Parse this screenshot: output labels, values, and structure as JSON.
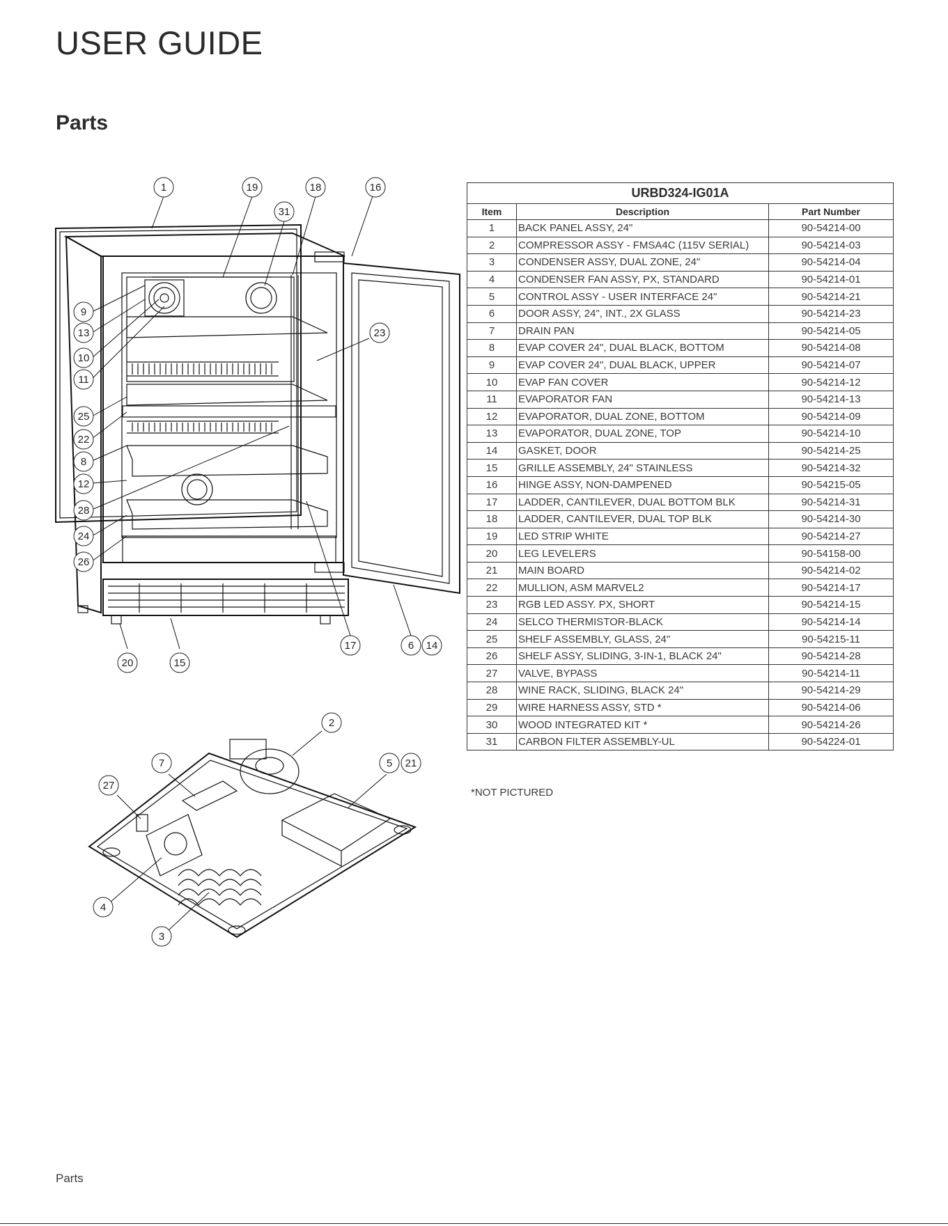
{
  "page": {
    "title": "USER GUIDE",
    "section": "Parts",
    "footer": "Parts"
  },
  "table": {
    "model": "URBD324-IG01A",
    "headers": {
      "item": "Item",
      "description": "Description",
      "part_number": "Part Number"
    },
    "rows": [
      {
        "item": "1",
        "description": "BACK PANEL ASSY, 24\"",
        "part_number": "90-54214-00"
      },
      {
        "item": "2",
        "description": "COMPRESSOR ASSY - FMSA4C (115V SERIAL)",
        "part_number": "90-54214-03"
      },
      {
        "item": "3",
        "description": "CONDENSER ASSY, DUAL ZONE, 24\"",
        "part_number": "90-54214-04"
      },
      {
        "item": "4",
        "description": "CONDENSER FAN ASSY, PX, STANDARD",
        "part_number": "90-54214-01"
      },
      {
        "item": "5",
        "description": "CONTROL ASSY - USER INTERFACE 24\"",
        "part_number": "90-54214-21"
      },
      {
        "item": "6",
        "description": "DOOR ASSY, 24\", INT., 2X GLASS",
        "part_number": "90-54214-23"
      },
      {
        "item": "7",
        "description": "DRAIN PAN",
        "part_number": "90-54214-05"
      },
      {
        "item": "8",
        "description": "EVAP COVER 24\", DUAL BLACK, BOTTOM",
        "part_number": "90-54214-08"
      },
      {
        "item": "9",
        "description": "EVAP COVER 24\", DUAL BLACK, UPPER",
        "part_number": "90-54214-07"
      },
      {
        "item": "10",
        "description": "EVAP FAN COVER",
        "part_number": "90-54214-12"
      },
      {
        "item": "11",
        "description": "EVAPORATOR FAN",
        "part_number": "90-54214-13"
      },
      {
        "item": "12",
        "description": "EVAPORATOR, DUAL ZONE, BOTTOM",
        "part_number": "90-54214-09"
      },
      {
        "item": "13",
        "description": "EVAPORATOR, DUAL ZONE, TOP",
        "part_number": "90-54214-10"
      },
      {
        "item": "14",
        "description": "GASKET, DOOR",
        "part_number": "90-54214-25"
      },
      {
        "item": "15",
        "description": "GRILLE ASSEMBLY, 24\" STAINLESS",
        "part_number": "90-54214-32"
      },
      {
        "item": "16",
        "description": "HINGE ASSY, NON-DAMPENED",
        "part_number": "90-54215-05"
      },
      {
        "item": "17",
        "description": "LADDER, CANTILEVER, DUAL BOTTOM BLK",
        "part_number": "90-54214-31"
      },
      {
        "item": "18",
        "description": "LADDER, CANTILEVER, DUAL TOP BLK",
        "part_number": "90-54214-30"
      },
      {
        "item": "19",
        "description": "LED STRIP WHITE",
        "part_number": "90-54214-27"
      },
      {
        "item": "20",
        "description": "LEG LEVELERS",
        "part_number": "90-54158-00"
      },
      {
        "item": "21",
        "description": "MAIN BOARD",
        "part_number": "90-54214-02"
      },
      {
        "item": "22",
        "description": "MULLION, ASM MARVEL2",
        "part_number": "90-54214-17"
      },
      {
        "item": "23",
        "description": "RGB LED ASSY. PX, SHORT",
        "part_number": "90-54214-15"
      },
      {
        "item": "24",
        "description": "SELCO THERMISTOR-BLACK",
        "part_number": "90-54214-14"
      },
      {
        "item": "25",
        "description": "SHELF ASSEMBLY, GLASS, 24\"",
        "part_number": "90-54215-11"
      },
      {
        "item": "26",
        "description": "SHELF ASSY, SLIDING, 3-IN-1, BLACK 24\"",
        "part_number": "90-54214-28"
      },
      {
        "item": "27",
        "description": "VALVE, BYPASS",
        "part_number": "90-54214-11"
      },
      {
        "item": "28",
        "description": "WINE RACK, SLIDING, BLACK 24\"",
        "part_number": "90-54214-29"
      },
      {
        "item": "29",
        "description": "WIRE HARNESS ASSY, STD *",
        "part_number": "90-54214-06"
      },
      {
        "item": "30",
        "description": "WOOD INTEGRATED KIT *",
        "part_number": "90-54214-26"
      },
      {
        "item": "31",
        "description": "CARBON FILTER ASSEMBLY-UL",
        "part_number": "90-54224-01"
      }
    ],
    "note": "*NOT PICTURED"
  },
  "diagram": {
    "unit_callouts": [
      "1",
      "19",
      "18",
      "16",
      "31",
      "9",
      "13",
      "10",
      "11",
      "23",
      "25",
      "22",
      "8",
      "12",
      "28",
      "24",
      "26",
      "17",
      "6",
      "14",
      "20",
      "15"
    ],
    "base_callouts": [
      "2",
      "7",
      "5",
      "21",
      "27",
      "4",
      "3"
    ]
  }
}
